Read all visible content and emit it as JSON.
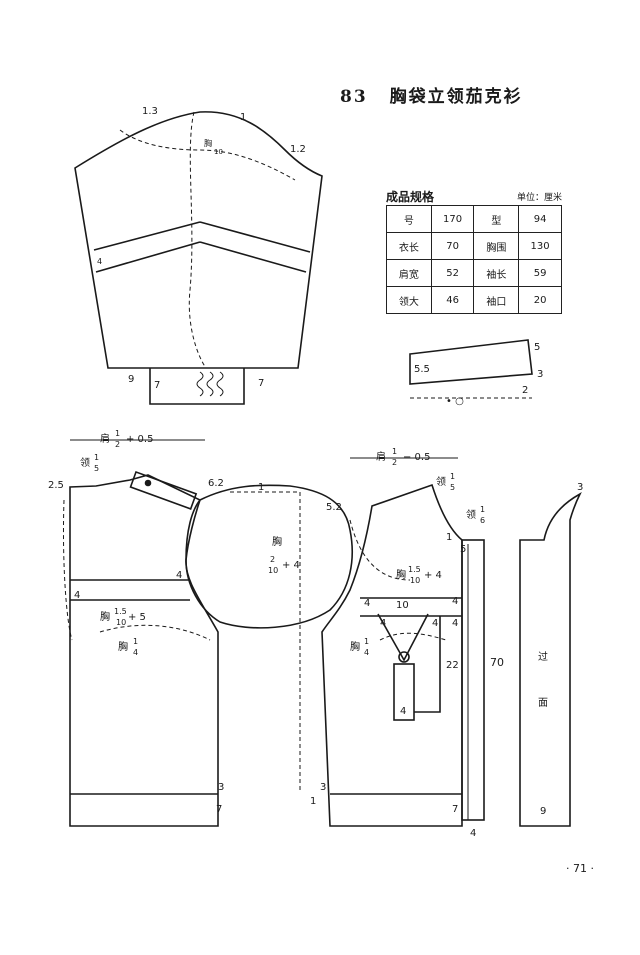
{
  "title": {
    "number": "83",
    "text": "胸袋立领茄克衫"
  },
  "spec": {
    "title": "成品规格",
    "unit": "单位：厘米",
    "rows": [
      [
        "号",
        "170",
        "型",
        "94"
      ],
      [
        "衣长",
        "70",
        "胸围",
        "130"
      ],
      [
        "肩宽",
        "52",
        "袖长",
        "59"
      ],
      [
        "领大",
        "46",
        "袖口",
        "20"
      ]
    ]
  },
  "page_number": "· 71 ·",
  "sleeve": {
    "l13": "1.3",
    "l1": "1",
    "l12": "1.2",
    "cap_num": "胸",
    "cap_den": "10",
    "band": "4",
    "hem_left": "9",
    "cuff_left": "7",
    "cuff_right": "7"
  },
  "collar": {
    "h55": "5.5",
    "r5": "5",
    "r3": "3",
    "r2": "2",
    "marks": "• ○"
  },
  "back": {
    "shoulder_pre": "肩",
    "half_n": "1",
    "half_d": "2",
    "shoulder_suf": "+ 0.5",
    "neck": "领",
    "neck_n": "1",
    "neck_d": "5",
    "v25": "2.5",
    "v62": "6.2",
    "one": "1",
    "four_yoke": "4",
    "four_left": "4",
    "chest_pre": "胸",
    "c_n": "1.5",
    "c_d": "10",
    "chest_suf": "+ 5",
    "chest2": "胸",
    "c2_n": "1",
    "c2_d": "4",
    "hem3": "3",
    "hem7": "7"
  },
  "armhole": {
    "chest": "胸",
    "n": "2",
    "d": "10",
    "suf": "+ 4"
  },
  "front": {
    "shoulder_pre": "肩",
    "half_n": "1",
    "half_d": "2",
    "shoulder_suf": "− 0.5",
    "neck": "领",
    "neck_n": "1",
    "neck_d": "5",
    "neck2": "领",
    "neck2_n": "1",
    "neck2_d": "6",
    "v52": "5.2",
    "one": "1",
    "five": "5",
    "chest_pre": "胸",
    "cf_n": "1.5",
    "cf_d": "10",
    "chest_suf": "+ 4",
    "four_a": "4",
    "four_b": "4",
    "four_c": "4",
    "four_d": "4",
    "four_e": "4",
    "ten": "10",
    "chest2": "胸",
    "c2_n": "1",
    "c2_d": "4",
    "v22": "22",
    "v70": "70",
    "four_mid": "4",
    "hem3": "3",
    "hem1": "1",
    "hem7": "7",
    "hem4": "4"
  },
  "facing": {
    "top": "3",
    "t1": "过",
    "t2": "面",
    "bottom": "9"
  }
}
